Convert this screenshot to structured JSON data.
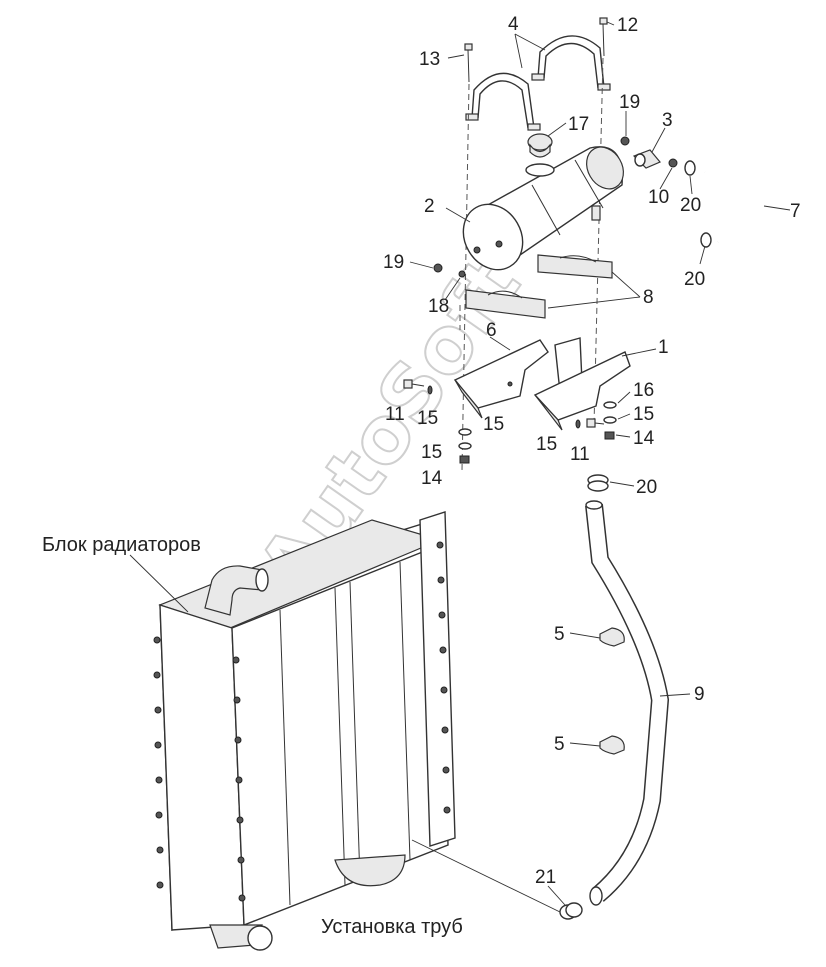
{
  "captions": {
    "radiator_block": "Блок радиаторов",
    "pipe_installation": "Установка труб"
  },
  "callouts": {
    "c1": "1",
    "c2": "2",
    "c3": "3",
    "c4": "4",
    "c5a": "5",
    "c5b": "5",
    "c6": "6",
    "c7": "7",
    "c8": "8",
    "c9": "9",
    "c10": "10",
    "c11a": "11",
    "c11b": "11",
    "c12": "12",
    "c13": "13",
    "c14a": "14",
    "c14b": "14",
    "c15a": "15",
    "c15b": "15",
    "c15c": "15",
    "c15d": "15",
    "c15e": "15",
    "c16": "16",
    "c17": "17",
    "c18": "18",
    "c19a": "19",
    "c19b": "19",
    "c20a": "20",
    "c20b": "20",
    "c20c": "20",
    "c21": "21"
  },
  "watermark": "AutoSoft"
}
